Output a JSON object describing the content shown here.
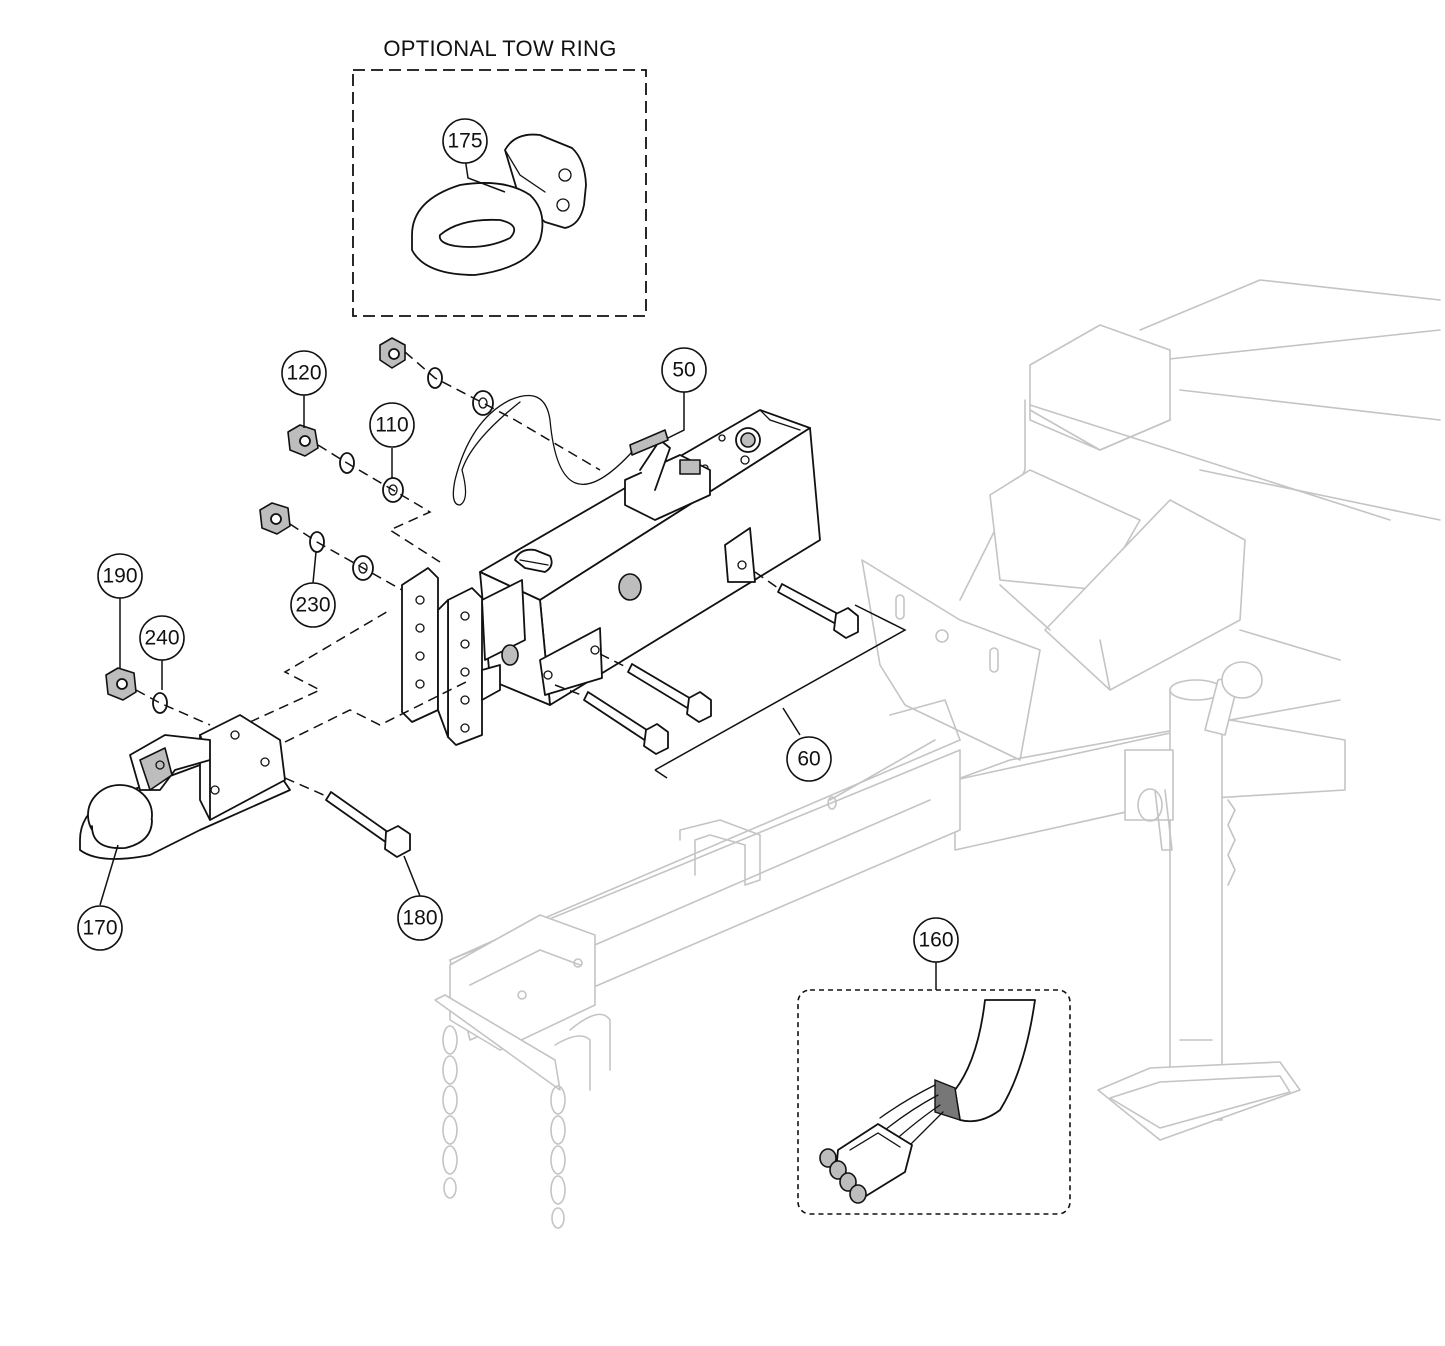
{
  "title": "OPTIONAL TOW RING",
  "callouts": {
    "c175": "175",
    "c50": "50",
    "c120": "120",
    "c110": "110",
    "c190": "190",
    "c240": "240",
    "c230": "230",
    "c60": "60",
    "c170": "170",
    "c180": "180",
    "c160": "160"
  },
  "colors": {
    "line": "#111111",
    "ghost": "#c4c4c4",
    "fill": "#bdbdbd"
  }
}
